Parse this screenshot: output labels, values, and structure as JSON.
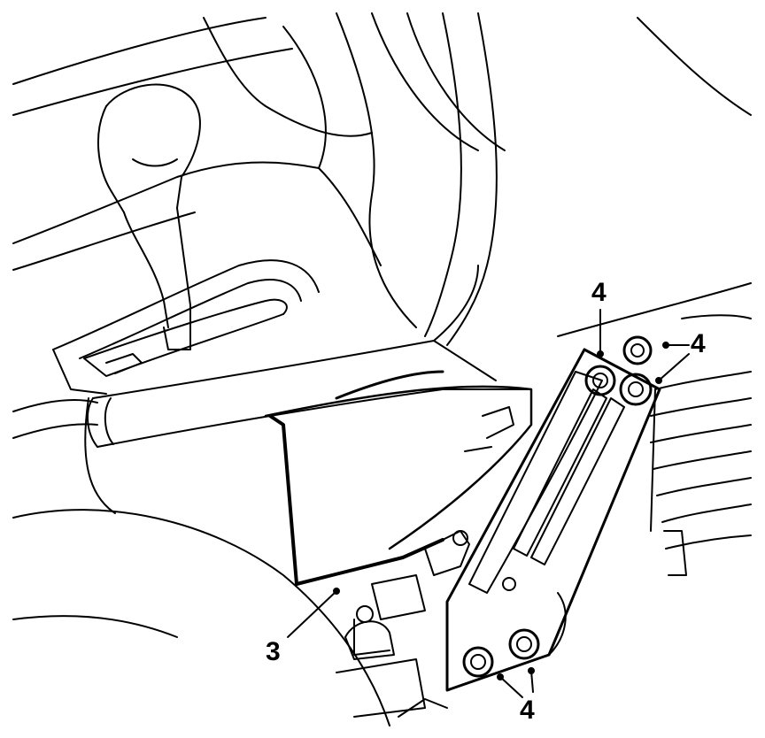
{
  "callouts": {
    "bracket_label": "3",
    "bolt_label_top": "4",
    "bolt_label_right": "4",
    "bolt_label_bottom": "4"
  },
  "colors": {
    "line": "#000000",
    "background": "#ffffff"
  }
}
